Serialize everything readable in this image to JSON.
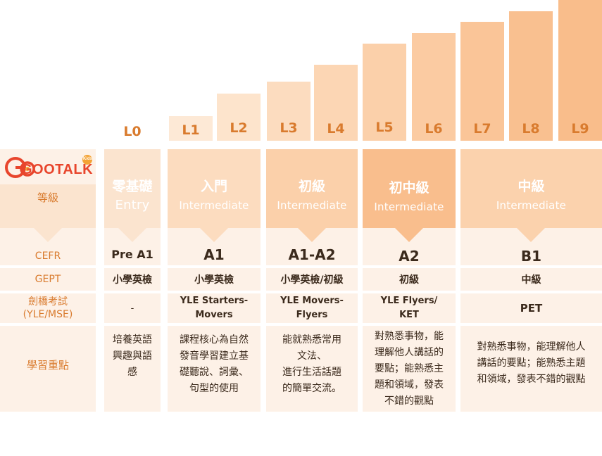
{
  "logo": {
    "text": "GOOTALK",
    "badge": "Kids"
  },
  "levels": [
    "L0",
    "L1",
    "L2",
    "L3",
    "L4",
    "L5",
    "L6",
    "L7",
    "L8",
    "L9"
  ],
  "row_labels": {
    "grade": "等級",
    "cefr": "CEFR",
    "gept": "GEPT",
    "cambridge_line1": "劍橋考試",
    "cambridge_line2": "(YLE/MSE)",
    "focus": "學習重點"
  },
  "columns": [
    {
      "title": "零基礎",
      "subtitle": "Entry",
      "cefr": "Pre A1",
      "gept": "小學英檢",
      "cambridge": "-",
      "focus": [
        "培養英語",
        "興趣與語",
        "感"
      ]
    },
    {
      "title": "入門",
      "subtitle": "Intermediate",
      "cefr": "A1",
      "gept": "小學英檢",
      "cambridge": "YLE Starters-\nMovers",
      "focus": [
        "課程核心為自然",
        "發音學習建立基",
        "礎聽說、詞彙、",
        "句型的使用"
      ]
    },
    {
      "title": "初級",
      "subtitle": "Intermediate",
      "cefr": "A1-A2",
      "gept": "小學英檢/初級",
      "cambridge": "YLE Movers-\nFlyers",
      "focus": [
        "能就熟悉常用",
        "文法、",
        "進行生活話題",
        "的簡單交流。"
      ]
    },
    {
      "title": "初中級",
      "subtitle": "Intermediate",
      "cefr": "A2",
      "gept": "初級",
      "cambridge": "YLE Flyers/\nKET",
      "focus": [
        "對熟悉事物，能",
        "理解他人講話的",
        "要點；能熟悉主",
        "題和領域，發表",
        "不錯的觀點"
      ]
    },
    {
      "title": "中級",
      "subtitle": "Intermediate",
      "cefr": "B1",
      "gept": "中級",
      "cambridge": "PET",
      "focus": [
        "對熟悉事物，能理解他人",
        "講話的要點；能熟悉主題",
        "和領域，發表不錯的觀點"
      ]
    }
  ],
  "colors": {
    "orange_text": "#d97b2e",
    "col0": "#fbe4cf",
    "col1": "#fcdcbf",
    "col2": "#fbd0aa",
    "col3": "#f9be8d",
    "col4": "#fbd2ad"
  }
}
